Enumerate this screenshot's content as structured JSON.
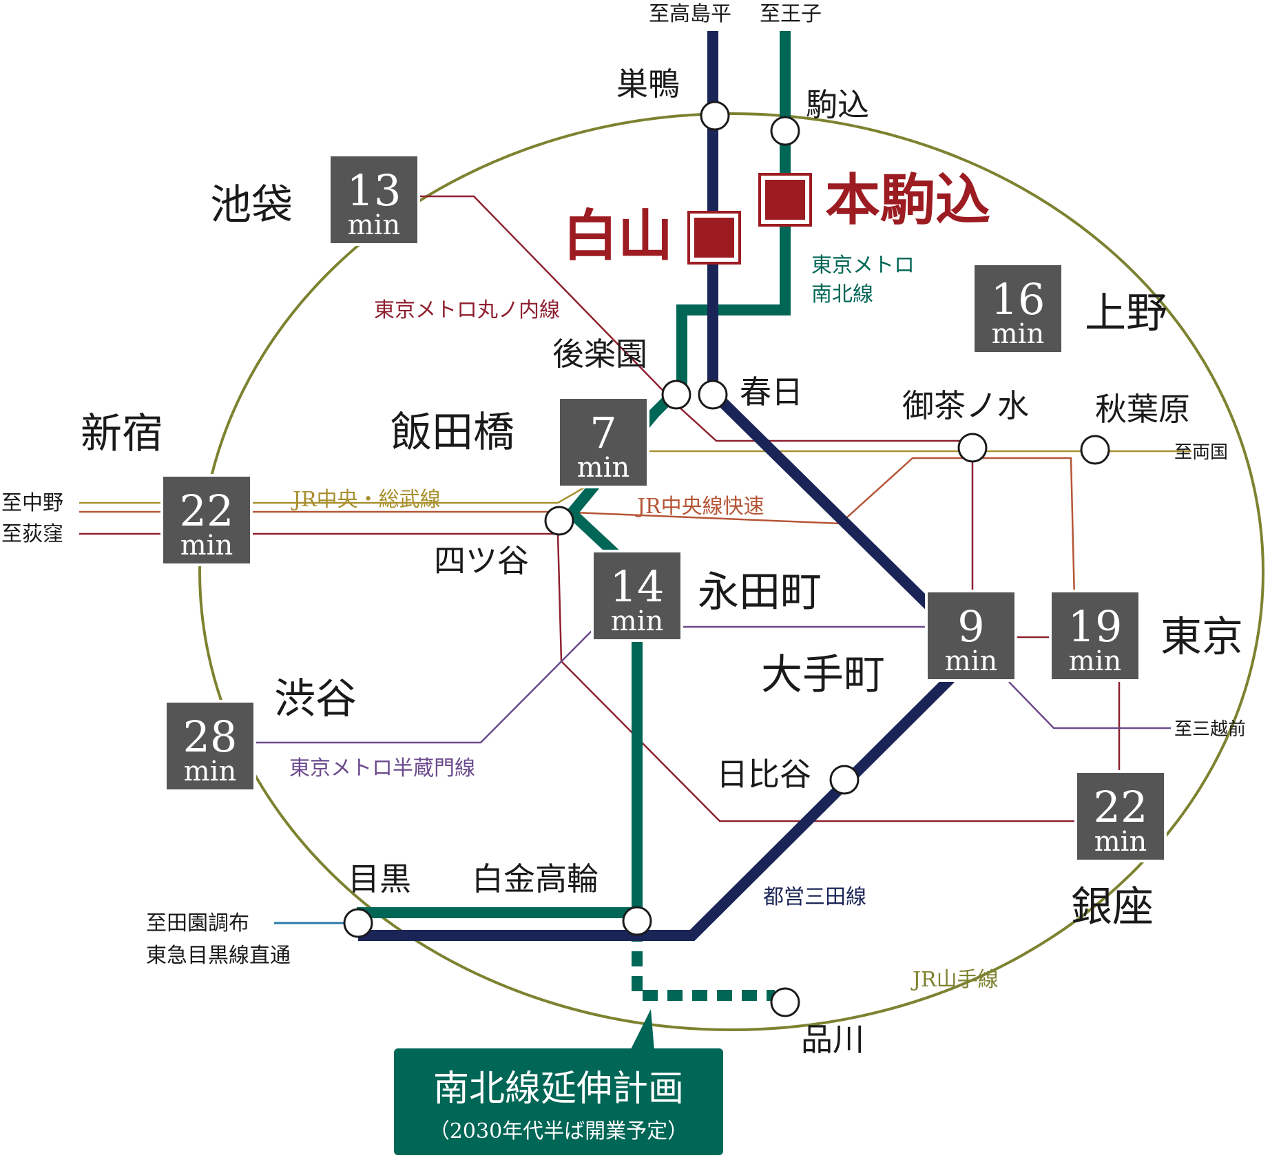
{
  "lines": {
    "yamanote": {
      "label": "JR山手線",
      "color": "#7d8230"
    },
    "namboku": {
      "label_1": "東京メトロ",
      "label_2": "南北線",
      "color": "#006656"
    },
    "mita": {
      "label": "都営三田線",
      "color": "#1a2456"
    },
    "marunouchi": {
      "label": "東京メトロ丸ノ内線",
      "color": "#8e2030"
    },
    "chuo_sobu": {
      "label": "JR中央・総武線",
      "color": "#a8902f"
    },
    "chuo_rapid": {
      "label": "JR中央線快速",
      "color": "#b55536"
    },
    "hanzomon": {
      "label": "東京メトロ半蔵門線",
      "color": "#6b4a8c"
    },
    "home_color": "#9c1c22"
  },
  "directions": {
    "takashimadaira": "至高島平",
    "oji": "至王子",
    "ryogoku": "至両国",
    "nakano": "至中野",
    "ogikubo": "至荻窪",
    "mitsukoshimae": "至三越前",
    "denenchofu_1": "至田園調布",
    "denenchofu_2": "東急目黒線直通"
  },
  "home_stations": {
    "hakusan": "白山",
    "honkomagome": "本駒込"
  },
  "stations": {
    "sugamo": "巣鴨",
    "komagome": "駒込",
    "korakuen": "後楽園",
    "kasuga": "春日",
    "ochanomizu": "御茶ノ水",
    "akihabara": "秋葉原",
    "yotsuya": "四ツ谷",
    "hibiya": "日比谷",
    "meguro": "目黒",
    "shirokane": "白金高輪",
    "shinagawa": "品川"
  },
  "destinations": [
    {
      "name": "池袋",
      "minutes": "13",
      "unit": "min"
    },
    {
      "name": "上野",
      "minutes": "16",
      "unit": "min"
    },
    {
      "name": "飯田橋",
      "minutes": "7",
      "unit": "min"
    },
    {
      "name": "新宿",
      "minutes": "22",
      "unit": "min"
    },
    {
      "name": "永田町",
      "minutes": "14",
      "unit": "min"
    },
    {
      "name": "大手町",
      "minutes": "9",
      "unit": "min"
    },
    {
      "name": "東京",
      "minutes": "19",
      "unit": "min"
    },
    {
      "name": "渋谷",
      "minutes": "28",
      "unit": "min"
    },
    {
      "name": "銀座",
      "minutes": "22",
      "unit": "min"
    }
  ],
  "extension": {
    "title": "南北線延伸計画",
    "note": "（2030年代半ば開業予定）",
    "color": "#006656"
  }
}
